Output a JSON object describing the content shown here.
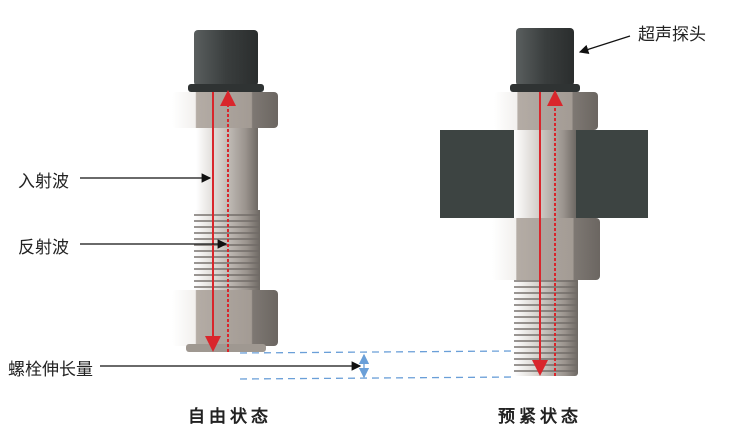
{
  "labels": {
    "probe": "超声探头",
    "incident_wave": "入射波",
    "reflected_wave": "反射波",
    "elongation": "螺栓伸长量"
  },
  "captions": {
    "free_state": "自由状态",
    "preload_state": "预紧状态"
  },
  "colors": {
    "wave": "#d9262c",
    "dimension": "#6a9fd8",
    "sensor": "#3b3f3f",
    "plate": "#3d4442",
    "steel": "#a9a29c"
  }
}
